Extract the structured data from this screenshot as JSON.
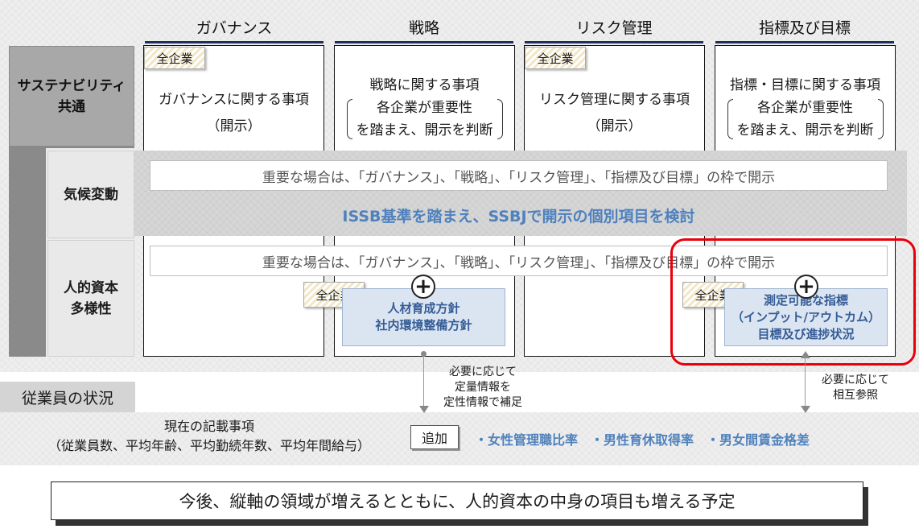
{
  "columns": {
    "governance": "ガバナンス",
    "strategy": "戦略",
    "risk": "リスク管理",
    "metrics": "指標及び目標"
  },
  "rows": {
    "common_line1": "サステナビリティ",
    "common_line2": "共通",
    "climate": "気候変動",
    "human_line1": "人的資本",
    "human_line2": "多様性"
  },
  "tags": {
    "all_companies": "全企業",
    "add": "追加"
  },
  "cells": {
    "gov_line1": "ガバナンスに関する事項",
    "gov_line2": "（開示）",
    "strat_line1": "戦略に関する事項",
    "strat_line2": "各企業が重要性",
    "strat_line3": "を踏まえ、開示を判断",
    "risk_line1": "リスク管理に関する事項",
    "risk_line2": "（開示）",
    "metrics_line1": "指標・目標に関する事項",
    "metrics_line2": "各企業が重要性",
    "metrics_line3": "を踏まえ、開示を判断"
  },
  "bands": {
    "climate_band": "重要な場合は、「ガバナンス」、「戦略」、「リスク管理」、「指標及び目標」の枠で開示",
    "issb": "ISSB基準を踏まえ、SSBJで開示の個別項目を検討",
    "human_band": "重要な場合は、「ガバナンス」、「戦略」、「リスク管理」、「指標及び目標」の枠で開示"
  },
  "boxes": {
    "strategy_line1": "人材育成方針",
    "strategy_line2": "社内環境整備方針",
    "metrics_line1": "測定可能な指標",
    "metrics_line2": "（インプット/アウトカム）",
    "metrics_line3": "目標及び進捗状況"
  },
  "notes": {
    "note1_line1": "必要に応じて",
    "note1_line2": "定量情報を",
    "note1_line3": "定性情報で補足",
    "note2_line1": "必要に応じて",
    "note2_line2": "相互参照"
  },
  "bottom": {
    "employee_status": "従業員の状況",
    "current_line1": "現在の記載事項",
    "current_line2": "（従業員数、平均年齢、平均勤続年数、平均年間給与）",
    "additions": "・女性管理職比率　・男性育休取得率　・男女間賃金格差"
  },
  "footer": {
    "text": "今後、縦軸の領域が増えるとともに、人的資本の中身の項目も増える予定"
  },
  "colors": {
    "header_rule": "#1f2f5c",
    "blue_text": "#4f81bd",
    "highlight": "#e8000b",
    "blue_box_fill": "#dbe5f1"
  }
}
